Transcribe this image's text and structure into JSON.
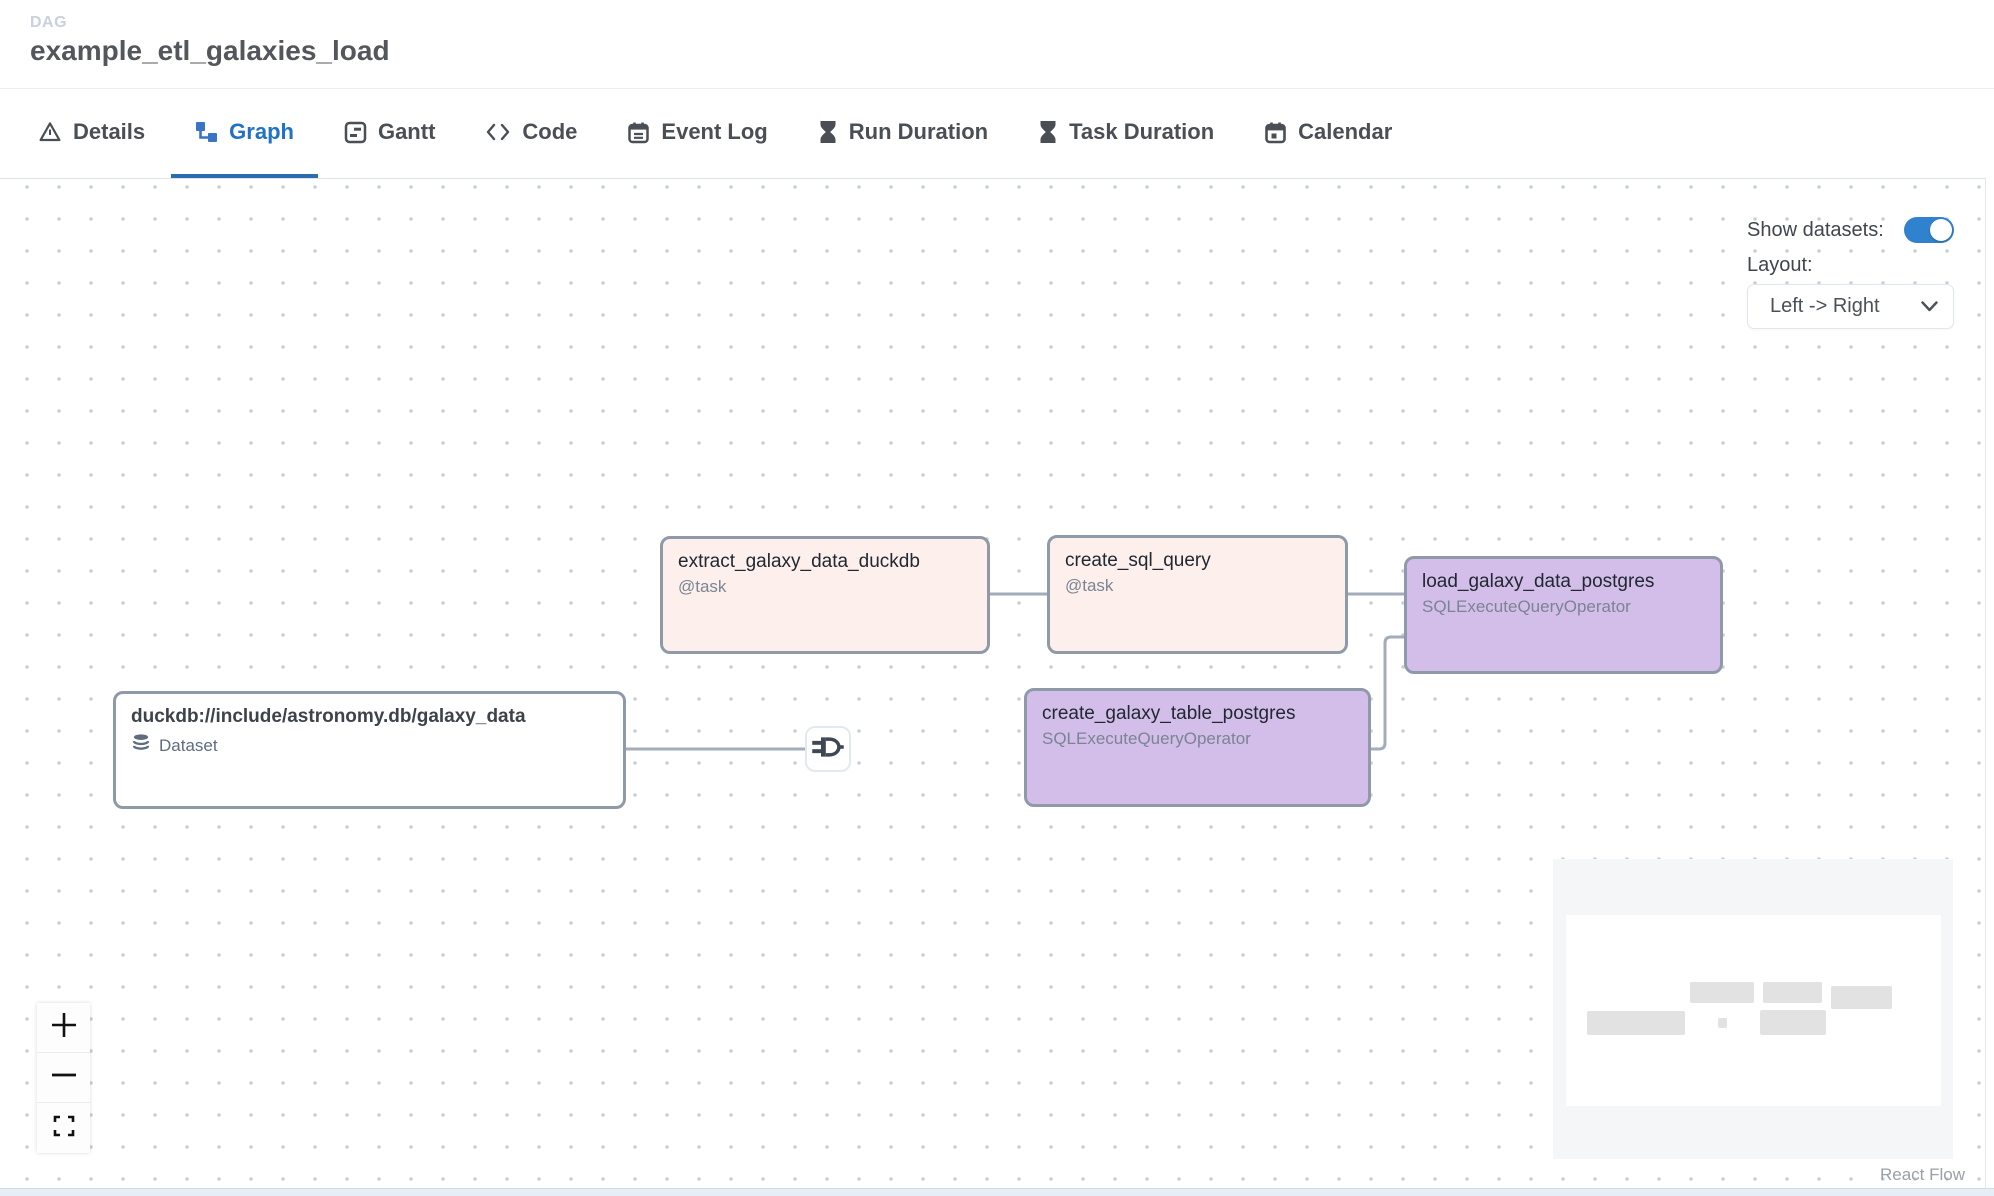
{
  "header": {
    "kicker": "DAG",
    "title": "example_etl_galaxies_load"
  },
  "tabs": [
    {
      "label": "Details",
      "icon": "warning-triangle-icon",
      "active": false
    },
    {
      "label": "Graph",
      "icon": "graph-icon",
      "active": true
    },
    {
      "label": "Gantt",
      "icon": "gantt-icon",
      "active": false
    },
    {
      "label": "Code",
      "icon": "code-icon",
      "active": false
    },
    {
      "label": "Event Log",
      "icon": "event-log-icon",
      "active": false
    },
    {
      "label": "Run Duration",
      "icon": "hourglass-icon",
      "active": false
    },
    {
      "label": "Task Duration",
      "icon": "hourglass-icon",
      "active": false
    },
    {
      "label": "Calendar",
      "icon": "calendar-icon",
      "active": false
    }
  ],
  "canvas_controls": {
    "show_datasets_label": "Show datasets:",
    "show_datasets_on": true,
    "layout_label": "Layout:",
    "layout_value": "Left -> Right"
  },
  "graph": {
    "nodes": [
      {
        "id": "dataset",
        "title": "duckdb://include/astronomy.db/galaxy_data",
        "subtitle": "Dataset",
        "kind": "dataset"
      },
      {
        "id": "extract_galaxy_data_duckdb",
        "title": "extract_galaxy_data_duckdb",
        "subtitle": "@task",
        "kind": "task"
      },
      {
        "id": "create_sql_query",
        "title": "create_sql_query",
        "subtitle": "@task",
        "kind": "task"
      },
      {
        "id": "load_galaxy_data_postgres",
        "title": "load_galaxy_data_postgres",
        "subtitle": "SQLExecuteQueryOperator",
        "kind": "operator"
      },
      {
        "id": "create_galaxy_table_postgres",
        "title": "create_galaxy_table_postgres",
        "subtitle": "SQLExecuteQueryOperator",
        "kind": "operator"
      }
    ],
    "edges": [
      {
        "from": "dataset",
        "to": "dataset-condition-gate"
      },
      {
        "from": "extract_galaxy_data_duckdb",
        "to": "create_sql_query"
      },
      {
        "from": "create_sql_query",
        "to": "load_galaxy_data_postgres"
      },
      {
        "from": "create_galaxy_table_postgres",
        "to": "load_galaxy_data_postgres"
      }
    ]
  },
  "attribution": "React Flow",
  "colors": {
    "accent_blue": "#2171c4",
    "active_underline": "#2b6cb0",
    "toggle_on": "#3182ce",
    "task_node_bg": "#fdf0ec",
    "operator_node_bg": "#d3bee9",
    "node_border": "#8f9aa9",
    "edge": "#a2acba",
    "minimap_node": "#e2e2e2"
  }
}
